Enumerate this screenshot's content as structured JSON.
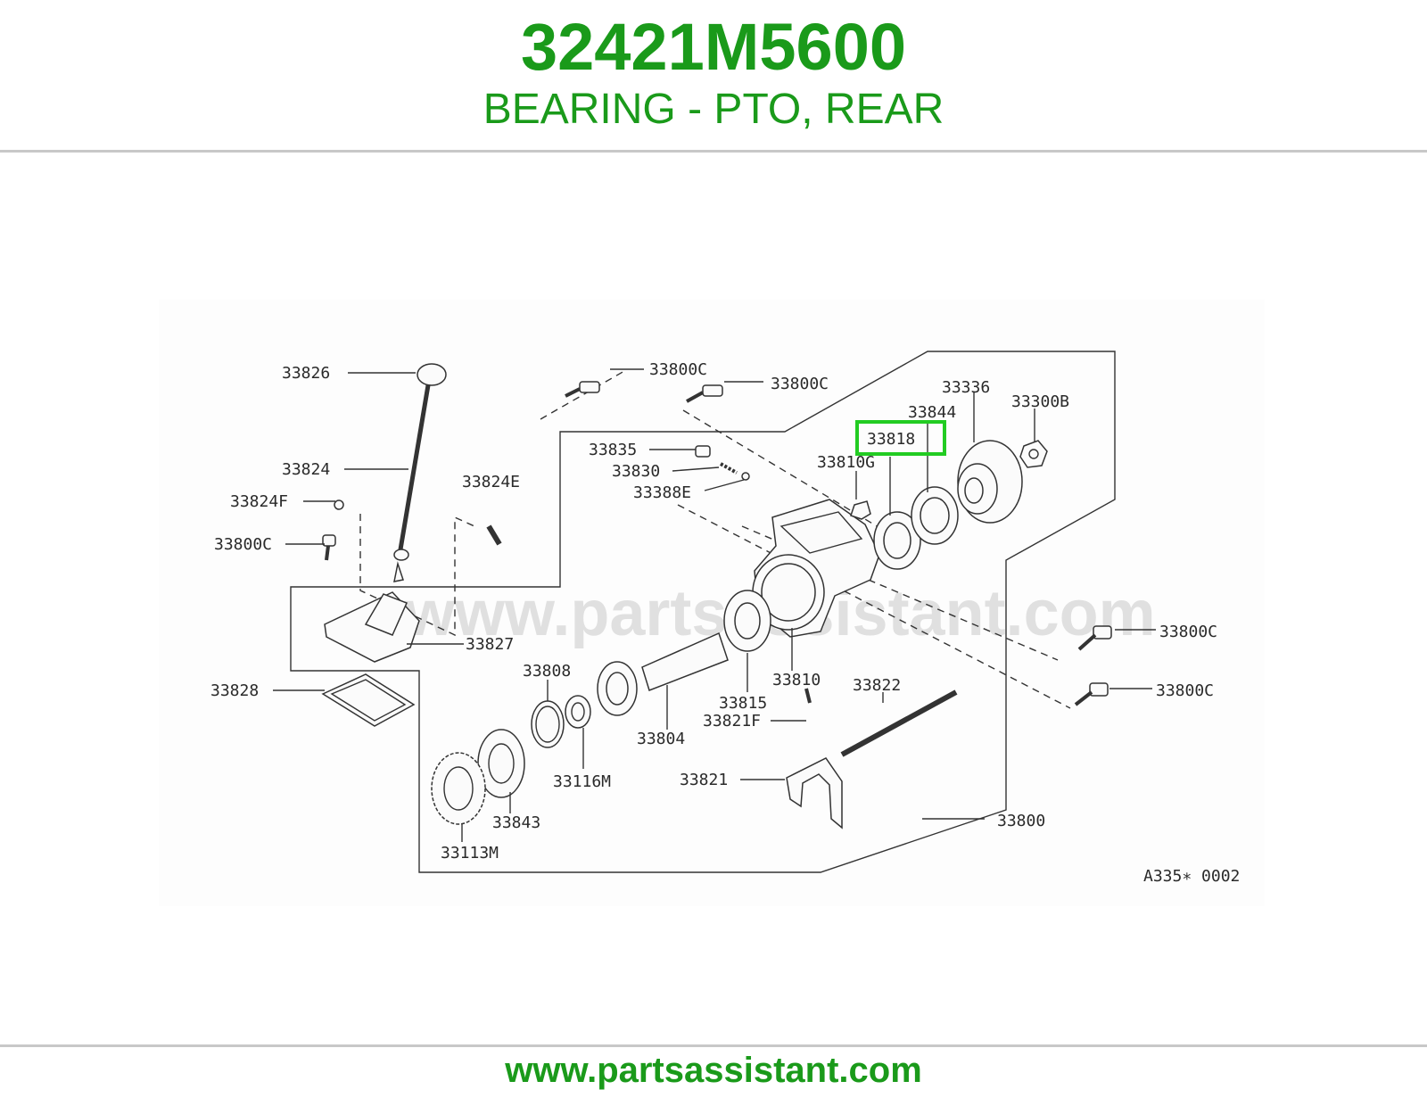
{
  "header": {
    "part_number": "32421M5600",
    "part_description": "BEARING - PTO, REAR"
  },
  "diagram": {
    "code": "A335∗ 0002",
    "watermark": "www.partsassistant.com",
    "highlighted_label": "33818",
    "highlight_color": "#22cc22",
    "labels": {
      "l33826": "33826",
      "l33800c_a": "33800C",
      "l33800c_b": "33800C",
      "l33336": "33336",
      "l33300b": "33300B",
      "l33844": "33844",
      "l33818": "33818",
      "l33810g": "33810G",
      "l33835": "33835",
      "l33830": "33830",
      "l33388e": "33388E",
      "l33824": "33824",
      "l33824e": "33824E",
      "l33824f": "33824F",
      "l33800c_c": "33800C",
      "l33827": "33827",
      "l33828": "33828",
      "l33808": "33808",
      "l33810": "33810",
      "l33815": "33815",
      "l33822": "33822",
      "l33821f": "33821F",
      "l33804": "33804",
      "l33116m": "33116M",
      "l33821": "33821",
      "l33843": "33843",
      "l33113m": "33113M",
      "l33800": "33800",
      "l33800c_d": "33800C",
      "l33800c_e": "33800C"
    }
  },
  "footer": {
    "url": "www.partsassistant.com"
  }
}
